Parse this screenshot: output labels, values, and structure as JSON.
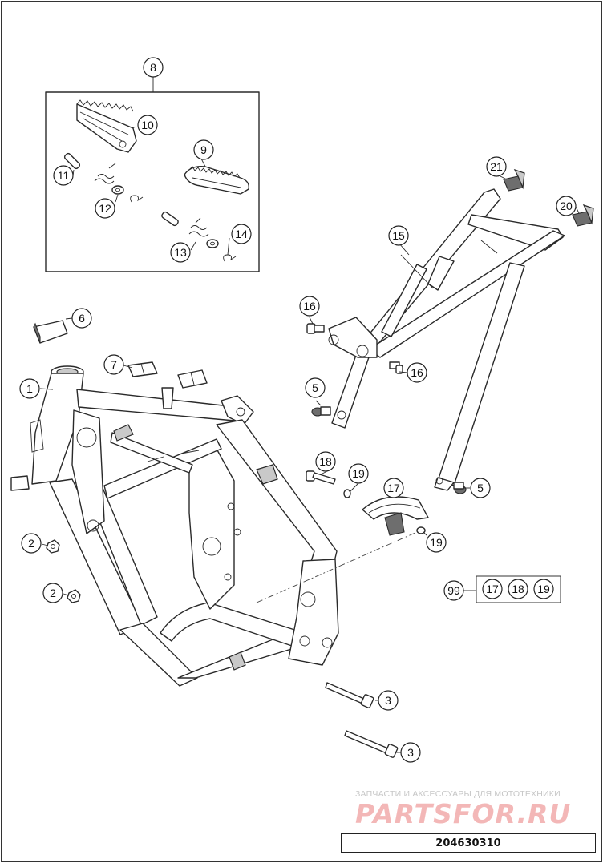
{
  "diagram": {
    "document_number": "204630310",
    "watermark": {
      "tagline": "ЗАПЧАСТИ И АКСЕССУАРЫ ДЛЯ МОТОТЕХНИКИ",
      "brand": "PARTSFOR.RU"
    },
    "callouts": {
      "c1": "1",
      "c2a": "2",
      "c2b": "2",
      "c3a": "3",
      "c3b": "3",
      "c5a": "5",
      "c5b": "5",
      "c6": "6",
      "c7": "7",
      "c8": "8",
      "c9": "9",
      "c10": "10",
      "c11": "11",
      "c12": "12",
      "c13": "13",
      "c14": "14",
      "c15": "15",
      "c16a": "16",
      "c16b": "16",
      "c17": "17",
      "c18": "18",
      "c19a": "19",
      "c19b": "19",
      "c20": "20",
      "c21": "21"
    },
    "kit": {
      "number": "99",
      "contents": [
        "17",
        "18",
        "19"
      ]
    }
  }
}
